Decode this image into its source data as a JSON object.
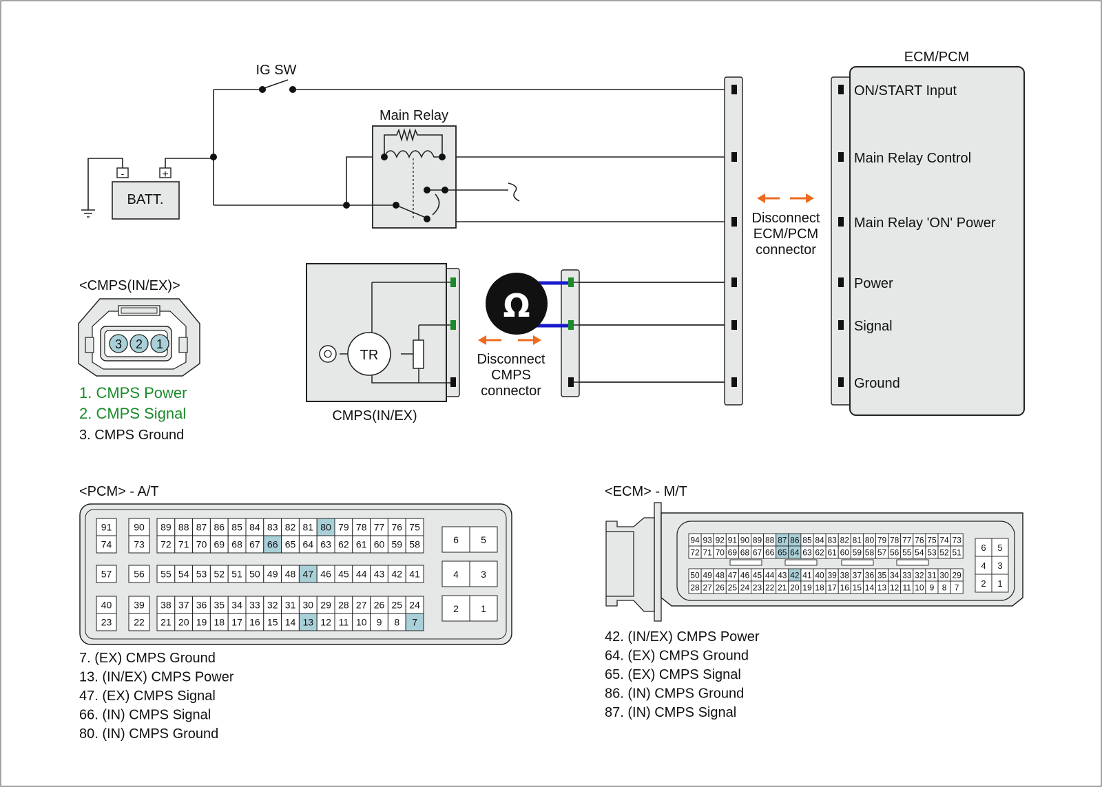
{
  "colors": {
    "wire": "#222222",
    "meter_lead": "#1a1acc",
    "panel_fill": "#e6e8e8",
    "highlight_cell": "#a9d0d8",
    "green_pin": "#1a8a2a",
    "green_text": "#1a8a2a",
    "arrow": "#ee6a1e"
  },
  "labels": {
    "ig_sw": "IG SW",
    "main_relay": "Main Relay",
    "battery": "BATT.",
    "battery_minus": "-",
    "battery_plus": "+",
    "ecm_title": "ECM/PCM",
    "disconnect_ecm": [
      "Disconnect",
      "ECM/PCM",
      "connector"
    ],
    "disconnect_cmps": [
      "Disconnect",
      "CMPS",
      "connector"
    ],
    "cmps_sensor": "CMPS(IN/EX)",
    "tr": "TR",
    "ohm_icon": "Ω"
  },
  "ecm_pins": [
    "ON/START Input",
    "Main Relay Control",
    "Main Relay 'ON' Power",
    "Power",
    "Signal",
    "Ground"
  ],
  "cmps_connector": {
    "title": "<CMPS(IN/EX)>",
    "pin_numbers": [
      "3",
      "2",
      "1"
    ],
    "legend": [
      {
        "text": "1. CMPS Power",
        "green": true
      },
      {
        "text": "2. CMPS Signal",
        "green": true
      },
      {
        "text": "3. CMPS Ground",
        "green": false
      }
    ]
  },
  "pcm": {
    "title": "<PCM> - A/T",
    "rows": [
      [
        "91",
        "90",
        "89",
        "88",
        "87",
        "86",
        "85",
        "84",
        "83",
        "82",
        "81",
        "80",
        "79",
        "78",
        "77",
        "76",
        "75"
      ],
      [
        "74",
        "73",
        "72",
        "71",
        "70",
        "69",
        "68",
        "67",
        "66",
        "65",
        "64",
        "63",
        "62",
        "61",
        "60",
        "59",
        "58"
      ],
      [
        "57",
        "56",
        "55",
        "54",
        "53",
        "52",
        "51",
        "50",
        "49",
        "48",
        "47",
        "46",
        "45",
        "44",
        "43",
        "42",
        "41"
      ],
      [
        "40",
        "39",
        "38",
        "37",
        "36",
        "35",
        "34",
        "33",
        "32",
        "31",
        "30",
        "29",
        "28",
        "27",
        "26",
        "25",
        "24"
      ],
      [
        "23",
        "22",
        "21",
        "20",
        "19",
        "18",
        "17",
        "16",
        "15",
        "14",
        "13",
        "12",
        "11",
        "10",
        "9",
        "8",
        "7"
      ]
    ],
    "right_cells": [
      [
        "6",
        "5"
      ],
      [
        "4",
        "3"
      ],
      [
        "2",
        "1"
      ]
    ],
    "highlighted": [
      "80",
      "66",
      "47",
      "13",
      "7"
    ],
    "legend": [
      "7. (EX) CMPS Ground",
      "13. (IN/EX) CMPS Power",
      "47. (EX) CMPS Signal",
      "66. (IN) CMPS Signal",
      "80. (IN) CMPS Ground"
    ]
  },
  "ecm": {
    "title": "<ECM> - M/T",
    "rows": [
      [
        "94",
        "93",
        "92",
        "91",
        "90",
        "89",
        "88",
        "87",
        "86",
        "85",
        "84",
        "83",
        "82",
        "81",
        "80",
        "79",
        "78",
        "77",
        "76",
        "75",
        "74",
        "73"
      ],
      [
        "72",
        "71",
        "70",
        "69",
        "68",
        "67",
        "66",
        "65",
        "64",
        "63",
        "62",
        "61",
        "60",
        "59",
        "58",
        "57",
        "56",
        "55",
        "54",
        "53",
        "52",
        "51"
      ],
      [
        "50",
        "49",
        "48",
        "47",
        "46",
        "45",
        "44",
        "43",
        "42",
        "41",
        "40",
        "39",
        "38",
        "37",
        "36",
        "35",
        "34",
        "33",
        "32",
        "31",
        "30",
        "29"
      ],
      [
        "28",
        "27",
        "26",
        "25",
        "24",
        "23",
        "22",
        "21",
        "20",
        "19",
        "18",
        "17",
        "16",
        "15",
        "14",
        "13",
        "12",
        "11",
        "10",
        "9",
        "8",
        "7"
      ]
    ],
    "right_cells": [
      [
        "6",
        "5"
      ],
      [
        "4",
        "3"
      ],
      [
        "2",
        "1"
      ]
    ],
    "highlighted": [
      "87",
      "86",
      "65",
      "64",
      "42"
    ],
    "legend": [
      "42. (IN/EX) CMPS Power",
      "64. (EX) CMPS Ground",
      "65. (EX) CMPS Signal",
      "86. (IN) CMPS Ground",
      "87. (IN) CMPS Signal"
    ]
  }
}
